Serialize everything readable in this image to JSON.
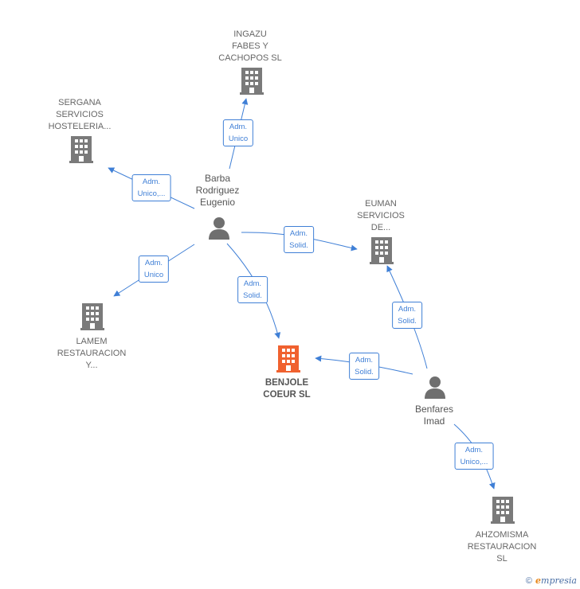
{
  "nodes": {
    "ingazu": {
      "label": "INGAZU\nFABES Y\nCACHOPOS  SL",
      "type": "company",
      "highlight": false
    },
    "sergana": {
      "label": "SERGANA\nSERVICIOS\nHOSTELERIA...",
      "type": "company",
      "highlight": false
    },
    "euman": {
      "label": "EUMAN\nSERVICIOS\nDE...",
      "type": "company",
      "highlight": false
    },
    "lamem": {
      "label": "LAMEM\nRESTAURACION\nY...",
      "type": "company",
      "highlight": false
    },
    "benjole": {
      "label": "BENJOLE\nCOEUR  SL",
      "type": "company",
      "highlight": true
    },
    "ahzomisma": {
      "label": "AHZOMISMA\nRESTAURACION\nSL",
      "type": "company",
      "highlight": false
    },
    "barba": {
      "label": "Barba\nRodriguez\nEugenio",
      "type": "person"
    },
    "benfares": {
      "label": "Benfares\nImad",
      "type": "person"
    }
  },
  "edges": [
    {
      "from": "barba",
      "to": "ingazu",
      "label": "Adm.\nUnico"
    },
    {
      "from": "barba",
      "to": "sergana",
      "label": "Adm.\nUnico,..."
    },
    {
      "from": "barba",
      "to": "euman",
      "label": "Adm.\nSolid."
    },
    {
      "from": "barba",
      "to": "lamem",
      "label": "Adm.\nUnico"
    },
    {
      "from": "barba",
      "to": "benjole",
      "label": "Adm.\nSolid."
    },
    {
      "from": "benfares",
      "to": "euman",
      "label": "Adm.\nSolid."
    },
    {
      "from": "benfares",
      "to": "benjole",
      "label": "Adm.\nSolid."
    },
    {
      "from": "benfares",
      "to": "ahzomisma",
      "label": "Adm.\nUnico,..."
    }
  ],
  "colors": {
    "edge": "#3f7fd6",
    "company": "#7a7a7a",
    "company_highlight": "#f0612f",
    "person": "#6f6f6f"
  },
  "footer": {
    "copyright": "©",
    "brand_initial": "e",
    "brand_rest": "mpresia"
  }
}
